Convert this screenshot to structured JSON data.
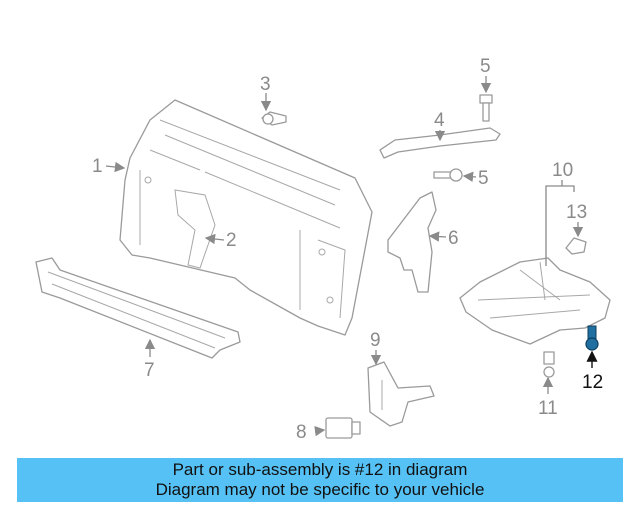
{
  "callouts": {
    "c1": "1",
    "c2": "2",
    "c3": "3",
    "c4": "4",
    "c5a": "5",
    "c5b": "5",
    "c6": "6",
    "c7": "7",
    "c8": "8",
    "c9": "9",
    "c10": "10",
    "c11": "11",
    "c12": "12",
    "c13": "13"
  },
  "highlighted_callout": "12",
  "banner": {
    "line1": "Part or sub-assembly is #12 in diagram",
    "line2": "Diagram may not be specific to your vehicle",
    "background": "#55c1f5"
  },
  "colors": {
    "line_art": "#9a9a9a",
    "highlight_part": "#1f6fa0"
  }
}
